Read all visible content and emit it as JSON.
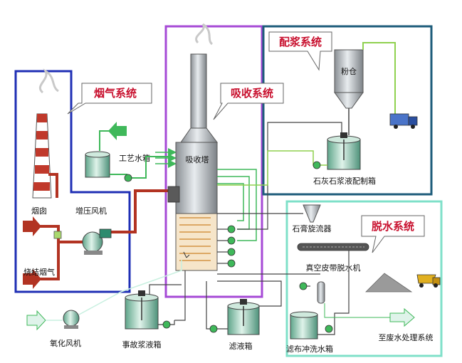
{
  "callouts": {
    "flue_gas_system": "烟气系统",
    "absorption_system": "吸收系统",
    "slurry_prep_system": "配浆系统",
    "dewatering_system": "脱水系统"
  },
  "labels": {
    "chimney": "烟囱",
    "booster_fan": "增压风机",
    "sintering_flue_gas": "烧结烟气",
    "process_water_tank": "工艺水箱",
    "absorber": "吸收塔",
    "silo": "粉仓",
    "limestone_slurry_tank": "石灰石浆液配制箱",
    "gypsum_cyclone": "石膏旋流器",
    "vacuum_belt_filter": "真空皮带脱水机",
    "oxidation_fan": "氧化风机",
    "emergency_slurry_tank": "事故浆液箱",
    "filtrate_tank": "滤液箱",
    "filter_cloth_wash_tank": "滤布冲洗水箱",
    "to_wastewater_system": "至废水处理系统"
  },
  "colors": {
    "flue_gas_box": "#1f2fb5",
    "absorption_box": "#a64ad6",
    "slurry_box": "#1c5b7a",
    "dewater_box": "#7fe0c9",
    "flue_gas_line": "#b23322",
    "water_line": "#3fb85a",
    "slurry_line": "#8fd14f",
    "callout_text": "#c8102e"
  }
}
